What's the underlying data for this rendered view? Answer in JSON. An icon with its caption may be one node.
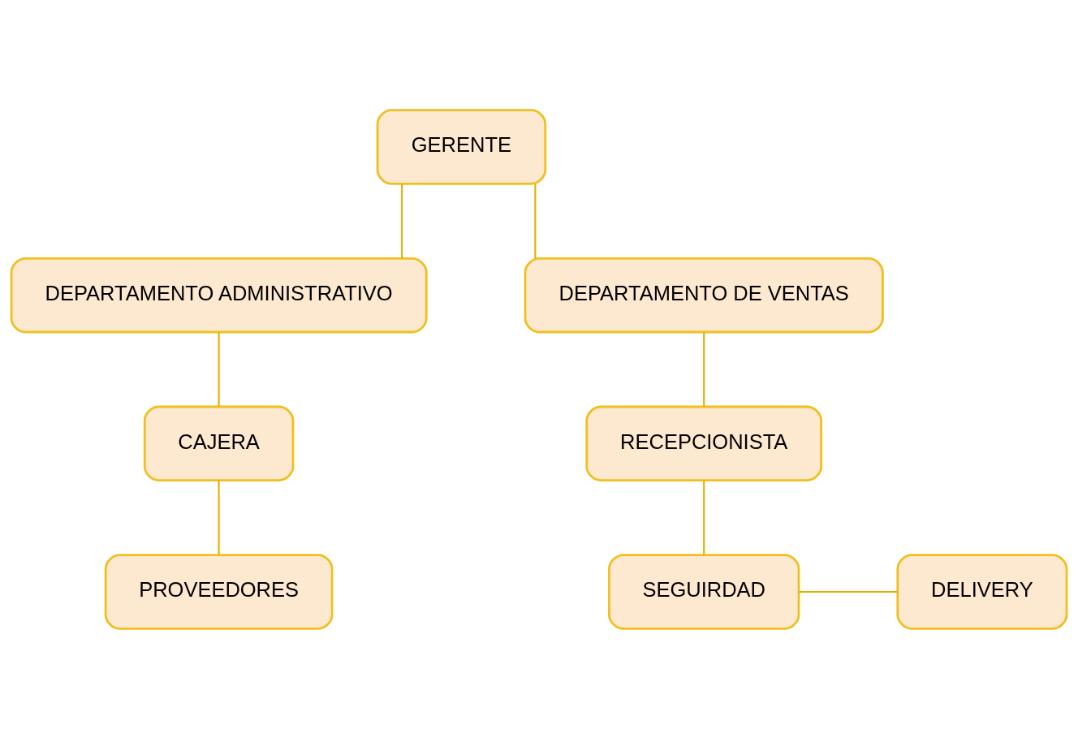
{
  "diagram": {
    "nodes": [
      {
        "text": [
          "GERENTE"
        ]
      },
      {
        "text": [
          "DEPARTAMENTO ADMINISTRATIVO"
        ]
      },
      {
        "text": [
          "DEPARTAMENTO DE VENTAS"
        ]
      },
      {
        "text": [
          "CAJERA"
        ]
      },
      {
        "text": [
          "RECEPCIONISTA"
        ]
      },
      {
        "text": [
          "PROVEEDORES"
        ]
      },
      {
        "text": [
          "DELIVERY"
        ]
      },
      {
        "text": [
          "SEGUIRDAD"
        ]
      }
    ],
    "edges": [
      {
        "from": 0,
        "to": 1,
        "arrow": "none"
      },
      {
        "from": 0,
        "to": 2,
        "arrow": "none"
      },
      {
        "from": 1,
        "to": 3,
        "arrow": "none"
      },
      {
        "from": 2,
        "to": 4,
        "arrow": "none"
      },
      {
        "from": 3,
        "to": 5,
        "arrow": "none"
      },
      {
        "from": 4,
        "to": 7,
        "arrow": "none"
      },
      {
        "from": 7,
        "to": 6,
        "arrow": "none"
      }
    ]
  }
}
